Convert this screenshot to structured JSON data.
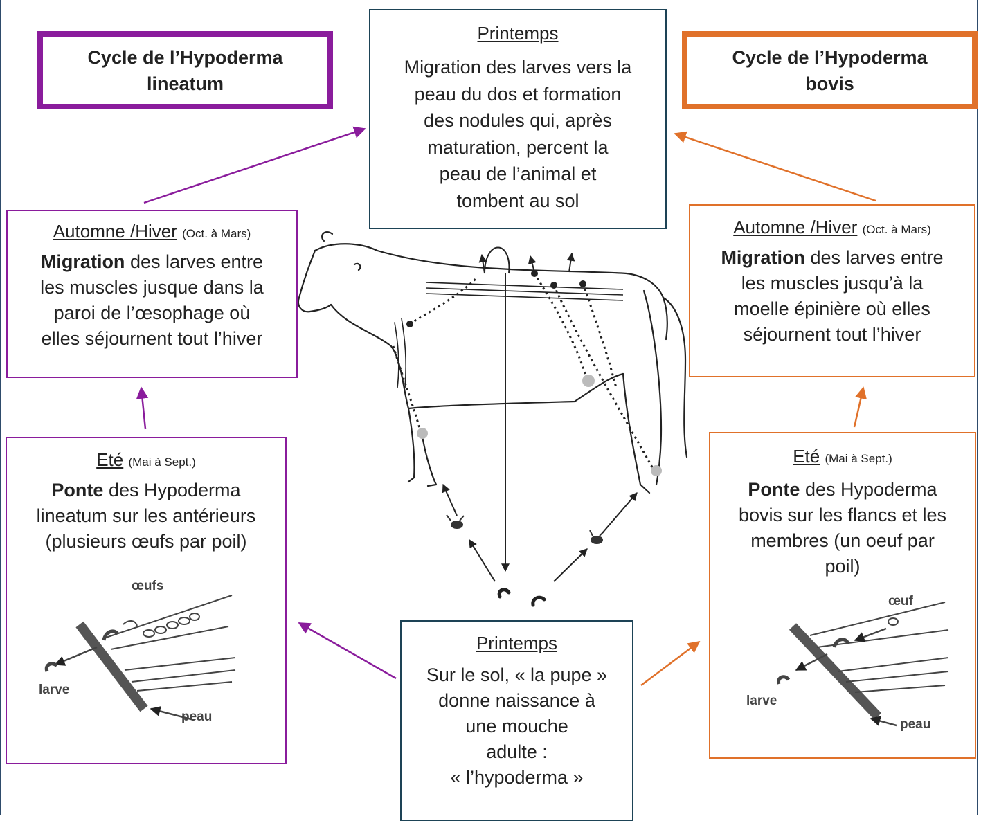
{
  "colors": {
    "lineatum": "#8a1c9c",
    "bovis": "#e0712a",
    "spring": "#1d4356"
  },
  "lineatum_title": {
    "line1": "Cycle de l’Hypoderma",
    "line2": "lineatum"
  },
  "bovis_title": {
    "line1": "Cycle de l’Hypoderma",
    "line2": "bovis"
  },
  "spring_top": {
    "season": "Printemps",
    "lines": [
      "Migration des larves vers la",
      "peau du dos et formation",
      "des nodules qui, après",
      "maturation, percent la",
      "peau de l’animal et",
      "tombent au sol"
    ]
  },
  "lineatum_autumn": {
    "season": "Automne /Hiver",
    "period": "(Oct. à Mars)",
    "bold": "Migration",
    "lines": [
      "des larves entre",
      "les muscles jusque dans la",
      "paroi de l’œsophage où",
      "elles séjournent tout l’hiver"
    ]
  },
  "bovis_autumn": {
    "season": "Automne /Hiver",
    "period": "(Oct. à Mars)",
    "bold": "Migration",
    "lines": [
      "des larves entre",
      "les muscles jusqu’à la",
      "moelle épinière où elles",
      "séjournent tout l’hiver"
    ]
  },
  "lineatum_summer": {
    "season": "Eté",
    "period": "(Mai à Sept.)",
    "bold": "Ponte",
    "lines": [
      "des Hypoderma",
      "lineatum sur les antérieurs",
      "(plusieurs œufs par poil)"
    ],
    "figure": {
      "eggs_label": "œufs",
      "larva_label": "larve",
      "skin_label": "peau"
    }
  },
  "bovis_summer": {
    "season": "Eté",
    "period": "(Mai à Sept.)",
    "bold": "Ponte",
    "lines": [
      "des Hypoderma",
      "bovis sur les flancs et les",
      "membres (un oeuf par",
      "poil)"
    ],
    "figure": {
      "egg_label": "œuf",
      "larva_label": "larve",
      "skin_label": "peau"
    }
  },
  "spring_bottom": {
    "season": "Printemps",
    "lines": [
      "Sur le sol, « la pupe »",
      "donne naissance à",
      "une mouche",
      "adulte :",
      "« l’hypoderma »"
    ]
  }
}
